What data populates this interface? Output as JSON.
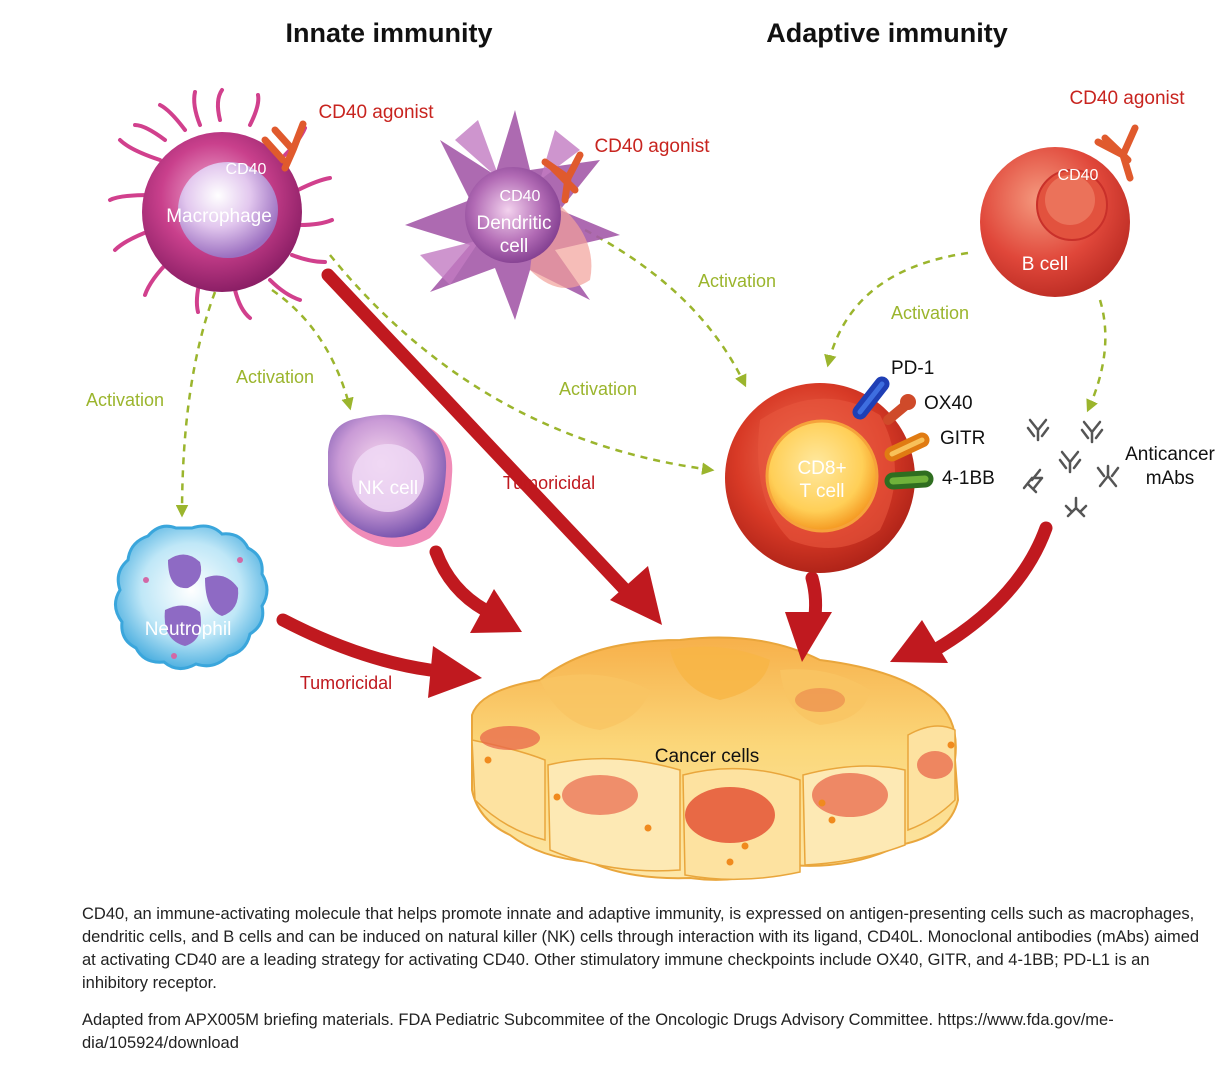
{
  "headings": {
    "innate": "Innate immunity",
    "adaptive": "Adaptive immunity"
  },
  "cells": {
    "macrophage": {
      "marker": "CD40",
      "name": "Macrophage",
      "agonist": "CD40 agonist"
    },
    "dendritic": {
      "marker": "CD40",
      "name_line1": "Dendritic",
      "name_line2": "cell",
      "agonist": "CD40 agonist"
    },
    "b_cell": {
      "marker": "CD40",
      "name": "B cell",
      "agonist": "CD40 agonist"
    },
    "nk_cell": {
      "name": "NK cell"
    },
    "neutrophil": {
      "name": "Neutrophil"
    },
    "t_cell": {
      "name_line1": "CD8+",
      "name_line2": "T cell"
    },
    "cancer": {
      "name": "Cancer cells"
    }
  },
  "receptors": [
    "PD-1",
    "OX40",
    "GITR",
    "4-1BB"
  ],
  "antibodies": {
    "label_line1": "Anticancer",
    "label_line2": "mAbs"
  },
  "arrow_labels": {
    "activation": "Activation",
    "tumoricidal": "Tumoricidal"
  },
  "colors": {
    "activation": "#9bb52d",
    "tumoricidal": "#c0191f",
    "agonist_text": "#c8241f",
    "macrophage": "#b8337a",
    "dendritic": "#9b4f9e",
    "b_cell": "#e04a36",
    "t_cell": "#d2341e",
    "cancer": "#f6c659",
    "receptor_pd1": "#1f3fb5",
    "receptor_ox40": "#cf4a2a",
    "receptor_gitr": "#f29b22",
    "receptor_41bb": "#3e8a2a",
    "antibody": "#555555"
  },
  "caption": "CD40, an immune-activating molecule that helps promote innate and adaptive immunity, is expressed on antigen-presenting cells such as macrophages, dendritic cells, and B cells and can be induced on natural killer (NK) cells through interaction with its ligand, CD40L. Monoclonal antibodies (mAbs) aimed at activating CD40 are a leading strategy for activating CD40. Other stimulatory immune checkpoints include OX40, GITR, and 4-1BB; PD-L1 is an inhibitory receptor.",
  "source": "Adapted from APX005M briefing materials. FDA Pediatric Subcommitee of the Oncologic Drugs Advisory Committee. https://www.fda.gov/me-dia/105924/download"
}
